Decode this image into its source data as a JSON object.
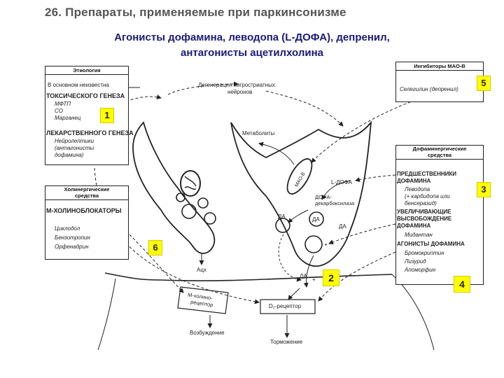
{
  "heading": "26. Препараты, применяемые при паркинсонизме",
  "subtitle": {
    "line1": "Агонисты дофамина, леводопа (L-ДОФА), депренил,",
    "line2": "антагонисты ацетилхолина"
  },
  "etiology": {
    "title": "Этиология",
    "unknown": "В основном неизвестна",
    "toxic_heading": "ТОКСИЧЕСКОГО ГЕНЕЗА",
    "toxic_items": [
      "МФТП",
      "СО",
      "Марганец"
    ],
    "drug_heading": "ЛЕКАРСТВЕННОГО ГЕНЕЗА",
    "drug_items": [
      "Нейролептики",
      "(антагонисты",
      "дофамина)"
    ]
  },
  "cholinergic": {
    "title_line1": "Холинергические",
    "title_line2": "средства",
    "class": "М-ХОЛИНОБЛОКАТОРЫ",
    "drugs": [
      "Циклодол",
      "Бензотропин",
      "Орфенадрин"
    ]
  },
  "mao": {
    "title": "Ингибиторы МАО-В",
    "drug": "Селегилин (депренил)"
  },
  "dopaminergic": {
    "title_line1": "Дофаминергические",
    "title_line2": "средства",
    "precursors": [
      "ПРЕДШЕСТВЕННИКИ",
      "ДОФАМИНА"
    ],
    "levodopa": [
      "Леводопа",
      "(+ карбидопа или",
      "бенсеразид)"
    ],
    "releasers": [
      "УВЕЛИЧИВАЮЩИЕ",
      "ВЫСВОБОЖДЕНИЕ",
      "ДОФАМИНА"
    ],
    "amantadine": "Мидантан",
    "agonists": "АГОНИСТЫ ДОФАМИНА",
    "agonist_drugs": [
      "Бромокриптин",
      "Лизурид",
      "Апоморфин"
    ]
  },
  "diagram": {
    "degeneration": [
      "Дегенерация нигростриатных",
      "нейронов"
    ],
    "metabolites": "Метаболиты",
    "mao_b": "МАО-В",
    "l_dopa": "L-ДОФА",
    "ddc": [
      "ДОФА-",
      "декарбоксилаза"
    ],
    "da": "ДА",
    "ach": "Ацх",
    "m_receptor": [
      "М-холино-",
      "рецептор"
    ],
    "d2_receptor": "D₂-рецептор",
    "excitation": "Возбуждение",
    "inhibition": "Торможение",
    "plus": "+"
  },
  "markers": [
    "1",
    "2",
    "3",
    "4",
    "5",
    "6"
  ],
  "colors": {
    "marker_fill": "#ffff00",
    "subtitle": "#1a1a7a",
    "line": "#222222"
  }
}
